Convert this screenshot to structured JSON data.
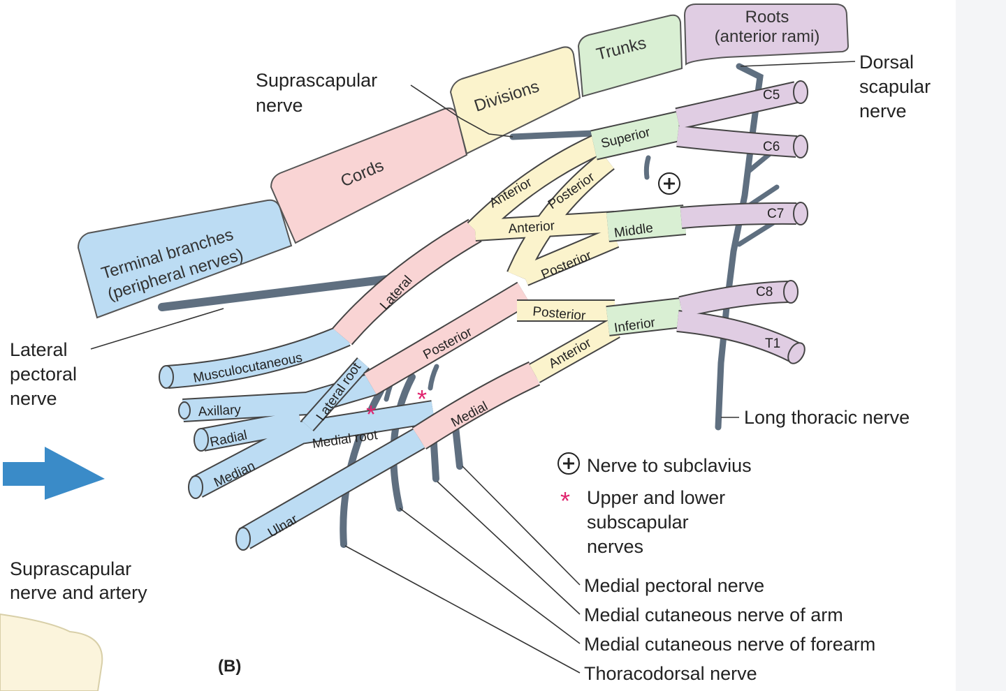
{
  "headers": {
    "terminal": [
      "Terminal branches",
      "(peripheral nerves)"
    ],
    "cords": "Cords",
    "divisions": "Divisions",
    "trunks": "Trunks",
    "roots": [
      "Roots",
      "(anterior rami)"
    ]
  },
  "roots": [
    "C5",
    "C6",
    "C7",
    "C8",
    "T1"
  ],
  "trunks": [
    "Superior",
    "Middle",
    "Inferior"
  ],
  "divisions": {
    "sup_anterior": "Anterior",
    "sup_posterior": "Posterior",
    "mid_anterior": "Anterior",
    "mid_posterior": "Posterior",
    "inf_posterior": "Posterior",
    "inf_anterior": "Anterior"
  },
  "cords": [
    "Lateral",
    "Posterior",
    "Medial"
  ],
  "branches": {
    "musculocutaneous": "Musculocutaneous",
    "axillary": "Axillary",
    "radial": "Radial",
    "median": "Median",
    "ulnar": "Ulnar",
    "lateral_root": "Lateral root",
    "medial_root": "Medial root"
  },
  "labels": {
    "suprascapular_nerve": [
      "Suprascapular",
      "nerve"
    ],
    "dorsal_scapular": [
      "Dorsal",
      "scapular",
      "nerve"
    ],
    "lateral_pectoral": [
      "Lateral",
      "pectoral",
      "nerve"
    ],
    "long_thoracic": "Long thoracic nerve",
    "suprascapular_artery": [
      "Suprascapular",
      "nerve and artery"
    ],
    "figure_tag": "(B)",
    "bottom": [
      "Medial pectoral nerve",
      "Medial cutaneous nerve of arm",
      "Medial cutaneous nerve of forearm",
      "Thoracodorsal nerve"
    ]
  },
  "legend": {
    "subclavius": "Nerve to subclavius",
    "subscapular": [
      "Upper and lower",
      "subscapular",
      "nerves"
    ]
  },
  "colors": {
    "terminal": "#bcdcf3",
    "cords": "#f9d4d4",
    "divisions": "#fbf3cc",
    "trunks": "#d9efd3",
    "roots": "#e0cde3",
    "nerve_dark": "#5f6f80",
    "arrow": "#3a8bc8",
    "star": "#e0246e"
  }
}
